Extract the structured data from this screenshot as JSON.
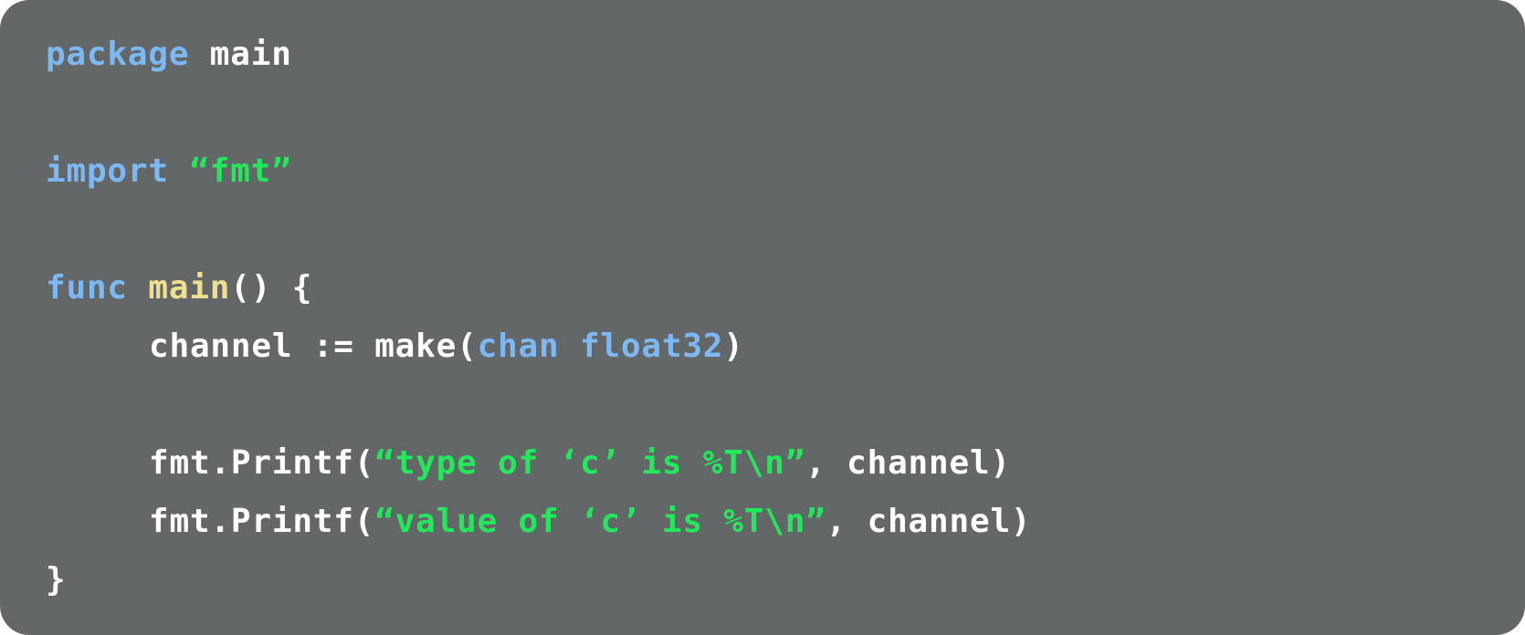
{
  "colors": {
    "background": "#646768",
    "keyword": "#7cb9f4",
    "string": "#22e85c",
    "function_name": "#f0df8f",
    "plain": "#ffffff"
  },
  "lines": [
    [
      {
        "t": "package",
        "c": "kw"
      },
      {
        "t": " main",
        "c": "pl"
      }
    ],
    [],
    [
      {
        "t": "import",
        "c": "kw"
      },
      {
        "t": " ",
        "c": "pl"
      },
      {
        "t": "“fmt”",
        "c": "str"
      }
    ],
    [],
    [
      {
        "t": "func",
        "c": "kw"
      },
      {
        "t": " ",
        "c": "pl"
      },
      {
        "t": "main",
        "c": "fn"
      },
      {
        "t": "() {",
        "c": "pl"
      }
    ],
    [
      {
        "t": "channel := make(",
        "c": "pl"
      },
      {
        "t": "chan float32",
        "c": "kw"
      },
      {
        "t": ")",
        "c": "pl"
      }
    ],
    [],
    [
      {
        "t": "fmt.Printf(",
        "c": "pl"
      },
      {
        "t": "“type of ‘c’ is %T\\n”",
        "c": "str"
      },
      {
        "t": ", channel)",
        "c": "pl"
      }
    ],
    [
      {
        "t": "fmt.Printf(",
        "c": "pl"
      },
      {
        "t": "“value of ‘c’ is %T\\n”",
        "c": "str"
      },
      {
        "t": ", channel)",
        "c": "pl"
      }
    ],
    [
      {
        "t": "}",
        "c": "pl"
      }
    ]
  ]
}
